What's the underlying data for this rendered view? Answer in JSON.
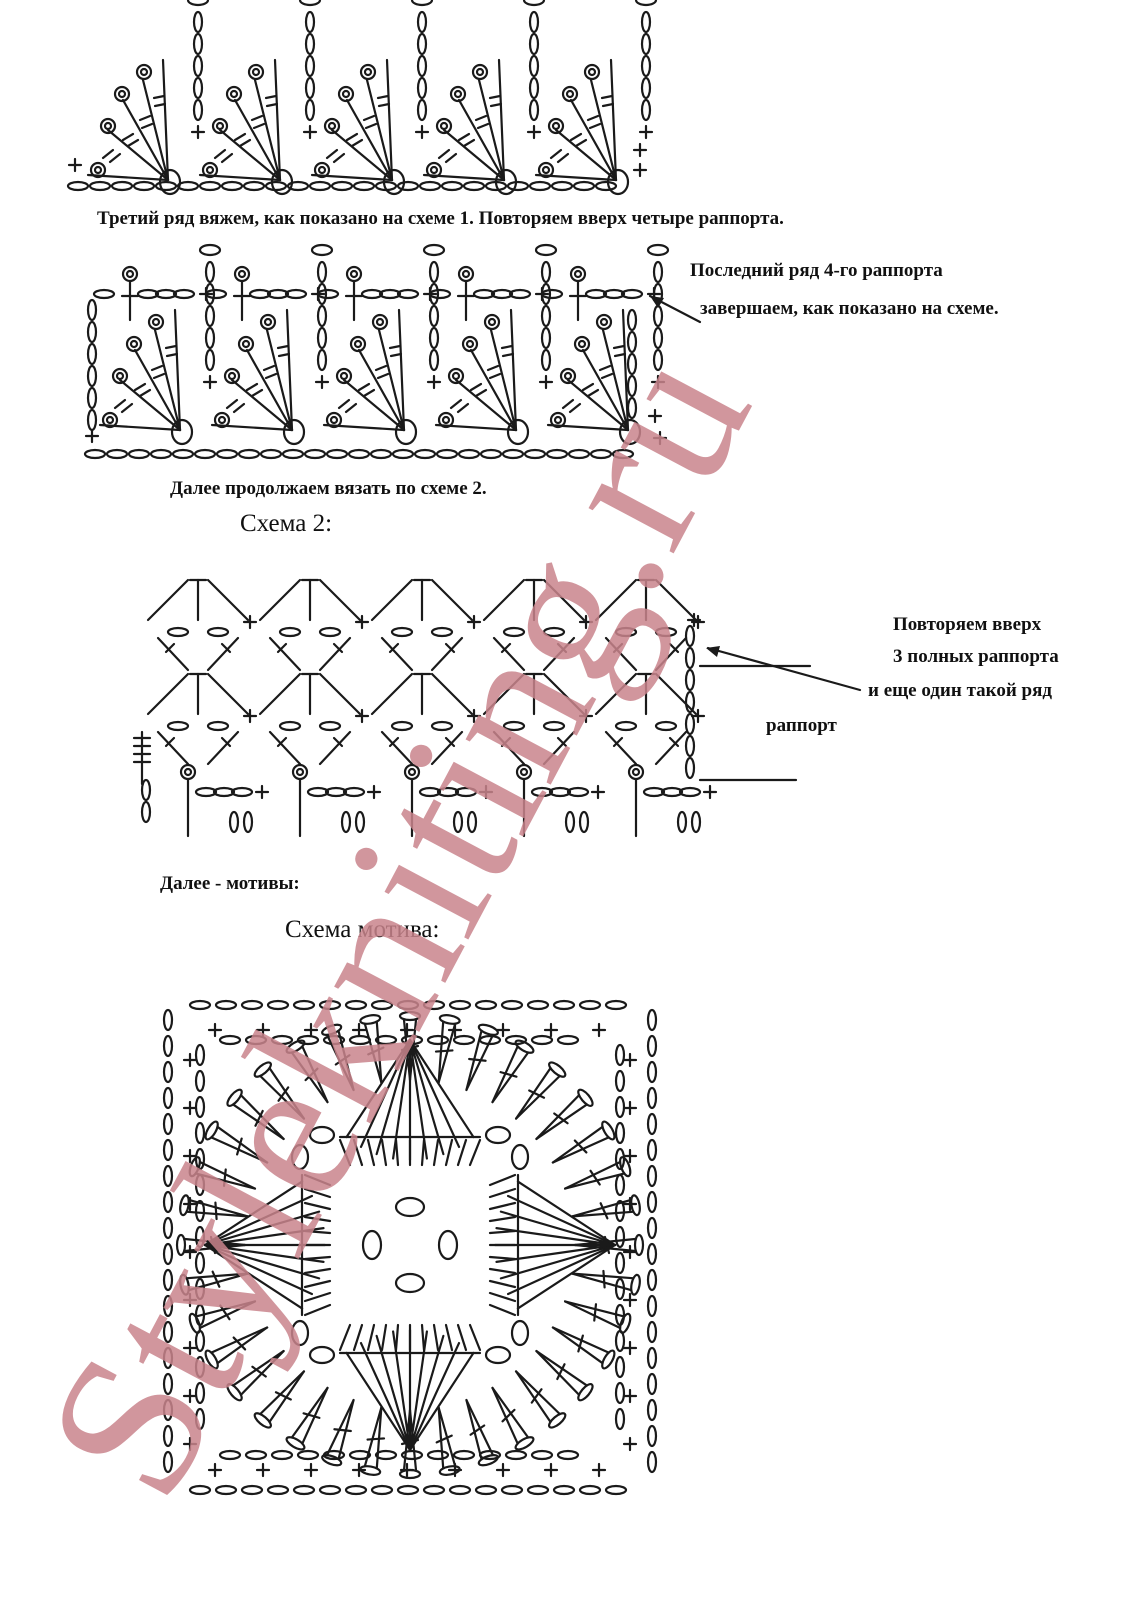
{
  "texts": {
    "row3_note": "Третий ряд вяжем, как показано на схеме 1. Повторяем вверх четыре раппорта.",
    "last_row_line1": "Последний ряд 4-го раппорта",
    "last_row_line2": "завершаем, как показано на схеме.",
    "continue_note": "Далее продолжаем вязать по схеме 2.",
    "scheme2_title": "Схема 2:",
    "repeat_line1": "Повторяем вверх",
    "repeat_line2": "3 полных раппорта",
    "repeat_line3": "и еще один такой ряд",
    "rapport_label": "раппорт",
    "motifs_note": "Далее - мотивы:",
    "motif_title": "Схема мотива:"
  },
  "watermark": {
    "text": "Stylekniting.ru",
    "color": "#c9848c"
  },
  "colors": {
    "ink": "#1a1a1a",
    "background": "#ffffff"
  }
}
